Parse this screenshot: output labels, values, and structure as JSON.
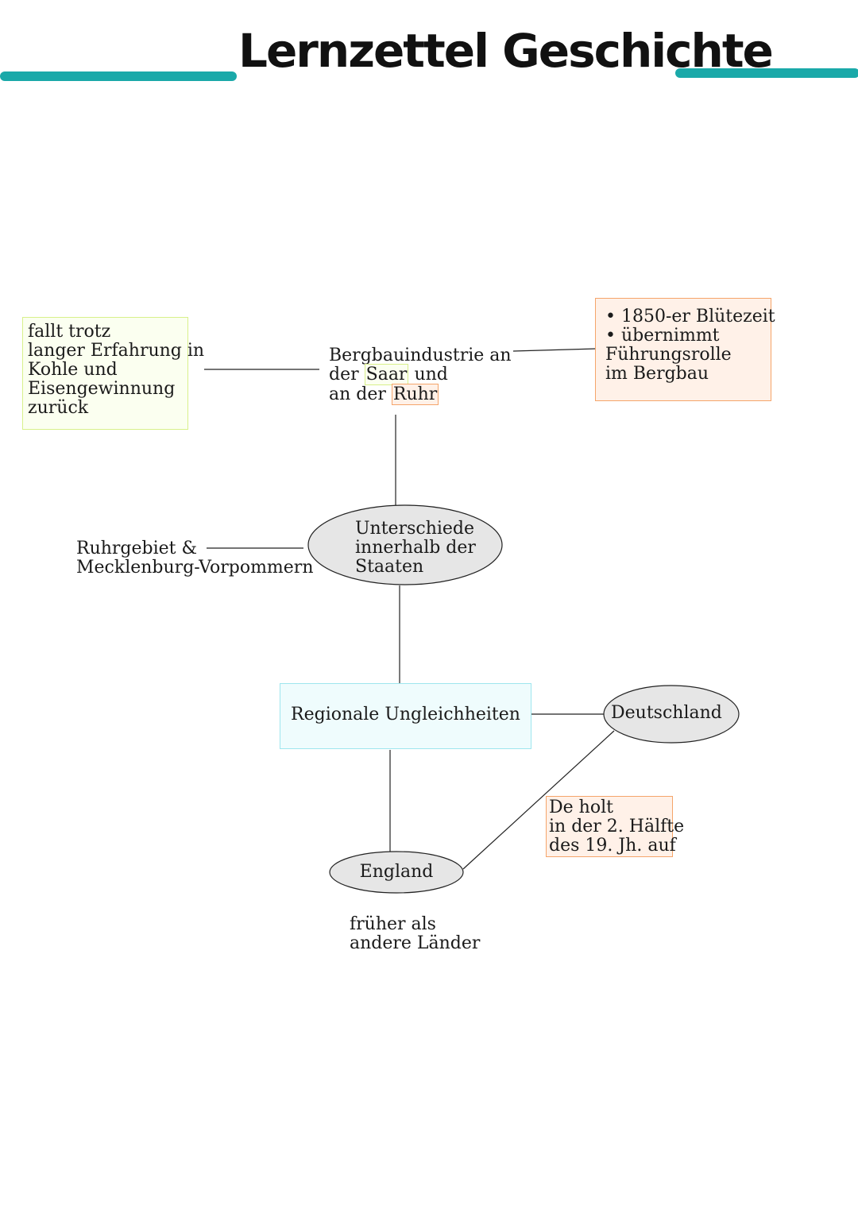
{
  "title": "Lernzettel Geschichte",
  "colors": {
    "accent": "#1aa9a9",
    "green_box_border": "#d8f08a",
    "green_box_fill": "#fbfff0",
    "orange_box_border": "#f5a56b",
    "orange_box_fill": "#fff1e8",
    "cyan_box_border": "#9ee6ee",
    "cyan_box_fill": "#effcfd",
    "ellipse_fill": "#e6e6e6"
  },
  "nodes": {
    "left_note": [
      "fallt trotz",
      "langer Erfahrung in",
      "Kohle und",
      "Eisengewinnung",
      "zurück"
    ],
    "bergbau": {
      "line1": "Bergbauindustrie an",
      "line2_pre": "der ",
      "saar": "Saar",
      "line2_post": " und",
      "line3_pre": "an der ",
      "ruhr": "Ruhr"
    },
    "right_note": [
      "• 1850-er Blütezeit",
      "• übernimmt",
      "Führungsrolle",
      "im Bergbau"
    ],
    "unterschiede": [
      "Unterschiede",
      "innerhalb der",
      "Staaten"
    ],
    "ruhrgebiet": [
      "Ruhrgebiet &",
      "Mecklenburg-Vorpommern"
    ],
    "regionale": "Regionale Ungleichheiten",
    "deutschland": "Deutschland",
    "de_note": [
      "De holt",
      "in der 2. Hälfte",
      "des 19. Jh. auf"
    ],
    "england": "England",
    "frueher": [
      "früher als",
      "andere Länder"
    ]
  }
}
